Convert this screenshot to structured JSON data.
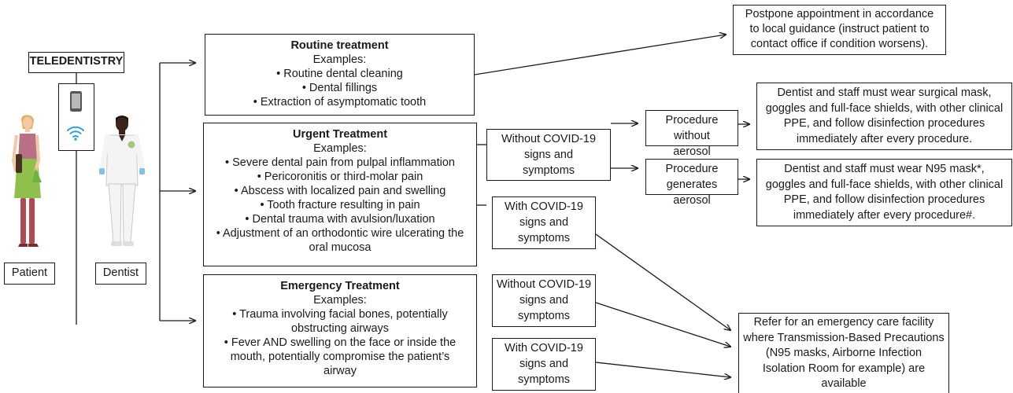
{
  "teledentistry": "TELEDENTISTRY",
  "patient": "Patient",
  "dentist": "Dentist",
  "routine": {
    "title": "Routine treatment",
    "examples": "Examples:",
    "items": [
      "• Routine dental cleaning",
      "• Dental fillings",
      "• Extraction of asymptomatic tooth"
    ]
  },
  "urgent": {
    "title": "Urgent Treatment",
    "examples": "Examples:",
    "items": [
      "• Severe dental pain from pulpal inflammation",
      "• Pericoronitis or third-molar pain",
      "• Abscess with localized pain and swelling",
      "• Tooth fracture resulting in pain",
      "• Dental trauma with avulsion/luxation",
      "• Adjustment of an orthodontic wire ulcerating the",
      "oral mucosa"
    ]
  },
  "emergency": {
    "title": "Emergency Treatment",
    "examples": "Examples:",
    "items": [
      "• Trauma involving facial bones, potentially",
      "obstructing airways",
      "• Fever AND swelling on the face or inside the",
      "mouth, potentially compromise the patient’s",
      "airway"
    ]
  },
  "urgent_without": [
    "Without COVID-19",
    "signs and",
    "symptoms"
  ],
  "urgent_with": [
    "With COVID-19",
    "signs and",
    "symptoms"
  ],
  "emerg_without": [
    "Without COVID-19",
    "signs and",
    "symptoms"
  ],
  "emerg_with": [
    "With COVID-19",
    "signs and",
    "symptoms"
  ],
  "proc_no_aerosol": [
    "Procedure without",
    "aerosol"
  ],
  "proc_aerosol": [
    "Procedure",
    "generates aerosol"
  ],
  "postpone": [
    "Postpone appointment in accordance",
    "to local guidance (instruct patient to",
    "contact office if condition worsens)."
  ],
  "surgical": [
    "Dentist and staff must wear surgical mask,",
    "goggles and full-face shields, with other clinical",
    "PPE, and follow disinfection procedures",
    "immediately after every procedure."
  ],
  "n95": [
    "Dentist and staff must  wear N95 mask*,",
    "goggles and full-face shields, with other clinical",
    "PPE, and follow disinfection procedures",
    "immediately after every procedure#."
  ],
  "refer": [
    "Refer for an emergency care facility",
    "where Transmission-Based Precautions",
    "(N95 masks, Airborne Infection",
    "Isolation Room for example) are",
    "available"
  ],
  "colors": {
    "line": "#1a1a1a",
    "wifi": "#2fa4d8",
    "skin_patient": "#f1c9a5",
    "skin_dentist": "#3b2418",
    "dress": "#8fc04c",
    "boots": "#b24a52"
  },
  "icons": [
    "phone-icon",
    "wifi-icon",
    "patient-figure",
    "dentist-figure"
  ]
}
